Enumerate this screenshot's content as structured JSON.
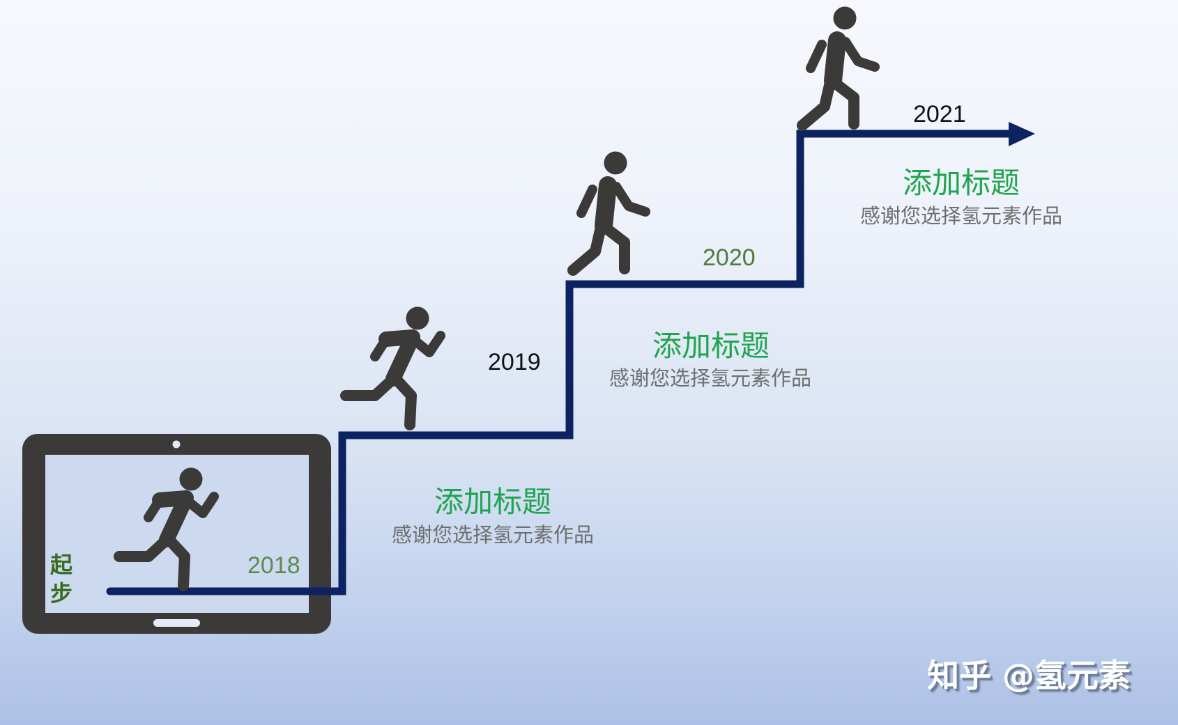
{
  "colors": {
    "background_top": "#f6f8fd",
    "background_bottom": "#adc1e6",
    "stair_line": "#0d2260",
    "figure": "#3b3a39",
    "title_green": "#1fa54f",
    "subtitle_gray": "#6e6e6e",
    "year_dark": "#111111",
    "year_green": "#4f7a3f",
    "start_label": "#3b6a22",
    "watermark": "#ffffff"
  },
  "start": {
    "label_chars": [
      "起",
      "步"
    ],
    "year": "2018",
    "device_icon": "tablet-icon",
    "figure_icon": "runner-icon"
  },
  "steps": [
    {
      "year": "2019",
      "figure_icon": "runner-icon",
      "title": "添加标题",
      "subtitle": "感谢您选择氢元素作品"
    },
    {
      "year": "2020",
      "figure_icon": "walker-icon",
      "title": "添加标题",
      "subtitle": "感谢您选择氢元素作品"
    },
    {
      "year": "2021",
      "figure_icon": "walker-icon",
      "title": "添加标题",
      "subtitle": "感谢您选择氢元素作品"
    }
  ],
  "arrow_icon": "arrow-right-icon",
  "watermark": "知乎 @氢元素"
}
